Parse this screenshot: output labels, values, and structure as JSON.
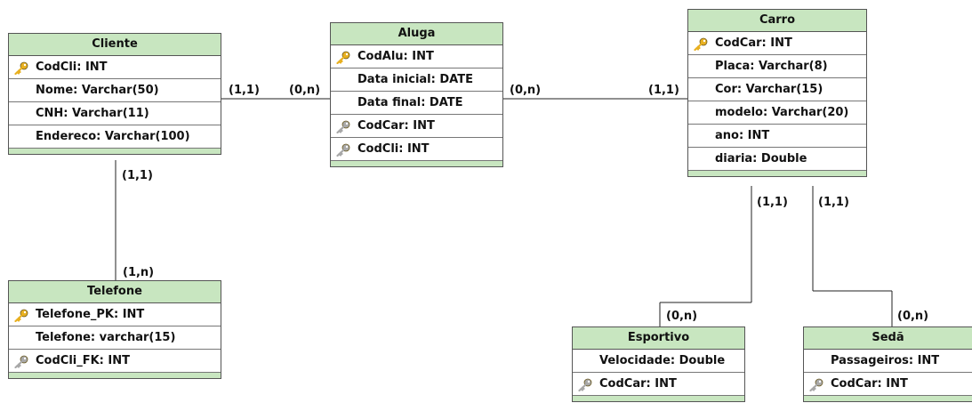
{
  "entities": {
    "cliente": {
      "title": "Cliente",
      "attributes": [
        {
          "text": "CodCli: INT",
          "key": "primary-key"
        },
        {
          "text": "Nome: Varchar(50)",
          "key": "none"
        },
        {
          "text": "CNH: Varchar(11)",
          "key": "none"
        },
        {
          "text": "Endereco: Varchar(100)",
          "key": "none"
        }
      ]
    },
    "aluga": {
      "title": "Aluga",
      "attributes": [
        {
          "text": "CodAlu: INT",
          "key": "primary-key"
        },
        {
          "text": "Data inicial: DATE",
          "key": "none"
        },
        {
          "text": "Data final: DATE",
          "key": "none"
        },
        {
          "text": "CodCar: INT",
          "key": "foreign-key"
        },
        {
          "text": "CodCli: INT",
          "key": "foreign-key"
        }
      ]
    },
    "carro": {
      "title": "Carro",
      "attributes": [
        {
          "text": "CodCar: INT",
          "key": "primary-key"
        },
        {
          "text": "Placa: Varchar(8)",
          "key": "none"
        },
        {
          "text": "Cor: Varchar(15)",
          "key": "none"
        },
        {
          "text": "modelo: Varchar(20)",
          "key": "none"
        },
        {
          "text": "ano: INT",
          "key": "none"
        },
        {
          "text": "diaria: Double",
          "key": "none"
        }
      ]
    },
    "telefone": {
      "title": "Telefone",
      "attributes": [
        {
          "text": "Telefone_PK: INT",
          "key": "primary-key"
        },
        {
          "text": "Telefone: varchar(15)",
          "key": "none"
        },
        {
          "text": "CodCli_FK: INT",
          "key": "foreign-key"
        }
      ]
    },
    "esportivo": {
      "title": "Esportivo",
      "attributes": [
        {
          "text": "Velocidade: Double",
          "key": "none"
        },
        {
          "text": "CodCar: INT",
          "key": "foreign-key"
        }
      ]
    },
    "seda": {
      "title": "Sedã",
      "attributes": [
        {
          "text": "Passageiros: INT",
          "key": "none"
        },
        {
          "text": "CodCar: INT",
          "key": "foreign-key"
        }
      ]
    }
  },
  "cardinalities": {
    "cliente_aluga_left": "(1,1)",
    "cliente_aluga_right": "(0,n)",
    "aluga_carro_left": "(0,n)",
    "aluga_carro_right": "(1,1)",
    "cliente_telefone_top": "(1,1)",
    "cliente_telefone_bottom": "(1,n)",
    "carro_esportivo_top": "(1,1)",
    "carro_esportivo_bottom": "(0,n)",
    "carro_seda_top": "(1,1)",
    "carro_seda_bottom": "(0,n)"
  },
  "colors": {
    "title_fill": "#c8e6c0",
    "primary_key_icon": "#e8b020",
    "foreign_key_icon": "#a8a8a8"
  }
}
